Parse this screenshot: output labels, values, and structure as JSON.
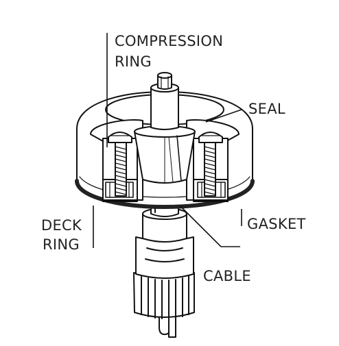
{
  "diagram": {
    "labels": {
      "compression_ring_line1": "COMPRESSION",
      "compression_ring_line2": "RING",
      "seal": "SEAL",
      "deck_ring_line1": "DECK",
      "deck_ring_line2": "RING",
      "gasket": "GASKET",
      "cable": "CABLE"
    },
    "colors": {
      "stroke": "#111111",
      "text": "#222222",
      "shade": "#d4d4d4",
      "background": "#ffffff"
    }
  }
}
